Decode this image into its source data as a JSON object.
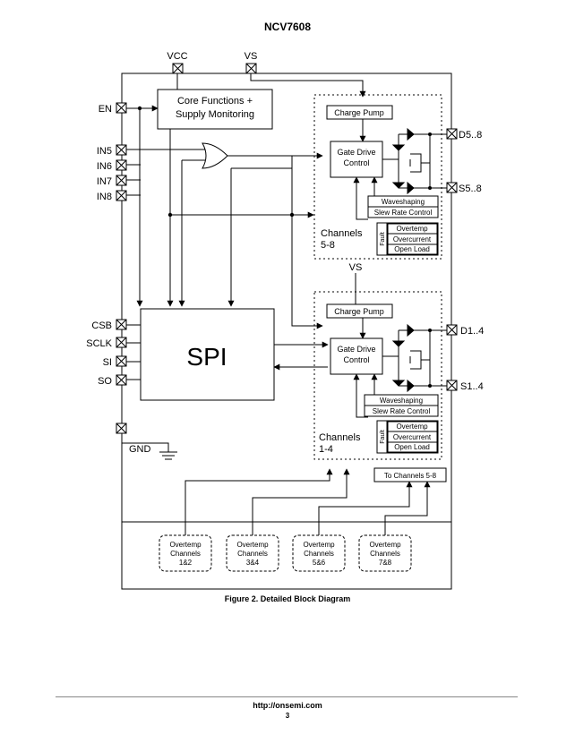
{
  "header": {
    "part_number": "NCV7608"
  },
  "pins": {
    "vcc": "VCC",
    "vs": "VS",
    "en": "EN",
    "in5": "IN5",
    "in6": "IN6",
    "in7": "IN7",
    "in8": "IN8",
    "csb": "CSB",
    "sclk": "SCLK",
    "si": "SI",
    "so": "SO",
    "gnd": "GND",
    "d58": "D5..8",
    "s58": "S5..8",
    "d14": "D1..4",
    "s14": "S1..4"
  },
  "blocks": {
    "core_line1": "Core Functions +",
    "core_line2": "Supply Monitoring",
    "spi": "SPI",
    "charge_pump": "Charge Pump",
    "gate_drive_line1": "Gate Drive",
    "gate_drive_line2": "Control",
    "waveshaping": "Waveshaping",
    "slew_rate": "Slew Rate Control",
    "fault": "Fault",
    "overtemp": "Overtemp",
    "overcurrent": "Overcurrent",
    "open_load": "Open Load",
    "channels_5_8_line1": "Channels",
    "channels_5_8_line2": "5-8",
    "channels_1_4_line1": "Channels",
    "channels_1_4_line2": "1-4",
    "vs_internal": "VS",
    "to_channels": "To Channels 5-8"
  },
  "overtemp_blocks": [
    {
      "line1": "Overtemp",
      "line2": "Channels",
      "line3": "1&2"
    },
    {
      "line1": "Overtemp",
      "line2": "Channels",
      "line3": "3&4"
    },
    {
      "line1": "Overtemp",
      "line2": "Channels",
      "line3": "5&6"
    },
    {
      "line1": "Overtemp",
      "line2": "Channels",
      "line3": "7&8"
    }
  ],
  "caption": "Figure 2. Detailed Block Diagram",
  "footer": {
    "url": "http://onsemi.com",
    "page": "3"
  }
}
